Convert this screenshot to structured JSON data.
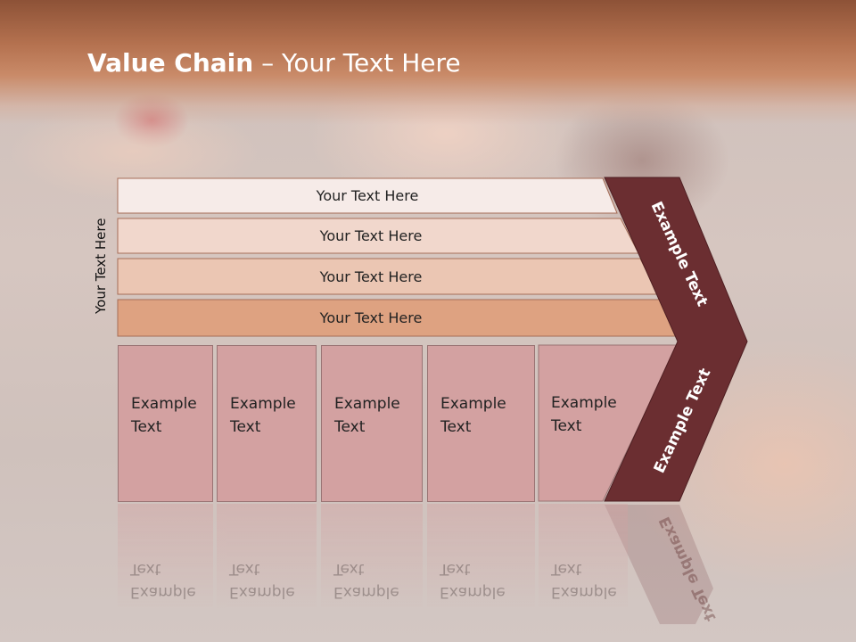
{
  "slide": {
    "title_bold": "Value Chain",
    "title_rest": " – Your Text Here",
    "side_label": "Your Text Here"
  },
  "rows": [
    {
      "label": "Your Text Here",
      "color": "#f6ebe8"
    },
    {
      "label": "Your Text Here",
      "color": "#f1d7cc"
    },
    {
      "label": "Your Text Here",
      "color": "#ebc6b3"
    },
    {
      "label": "Your Text Here",
      "color": "#dea281"
    }
  ],
  "boxes": [
    {
      "line1": "Example",
      "line2": "Text"
    },
    {
      "line1": "Example",
      "line2": "Text"
    },
    {
      "line1": "Example",
      "line2": "Text"
    },
    {
      "line1": "Example",
      "line2": "Text"
    },
    {
      "line1": "Example",
      "line2": "Text"
    }
  ],
  "chevron": {
    "upper_text": "Example Text",
    "lower_text": "Example Text",
    "color": "#6b2e31"
  }
}
